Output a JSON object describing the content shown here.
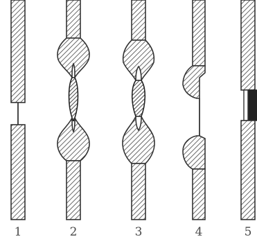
{
  "diagram": {
    "type": "figure",
    "panels": [
      {
        "id": "1",
        "label": "1"
      },
      {
        "id": "2",
        "label": "2"
      },
      {
        "id": "3",
        "label": "3"
      },
      {
        "id": "4",
        "label": "4"
      },
      {
        "id": "5",
        "label": "5"
      }
    ]
  },
  "colors": {
    "line": "#333333",
    "hatch": "#444444",
    "fill_dark": "#222222",
    "background": "#ffffff"
  }
}
